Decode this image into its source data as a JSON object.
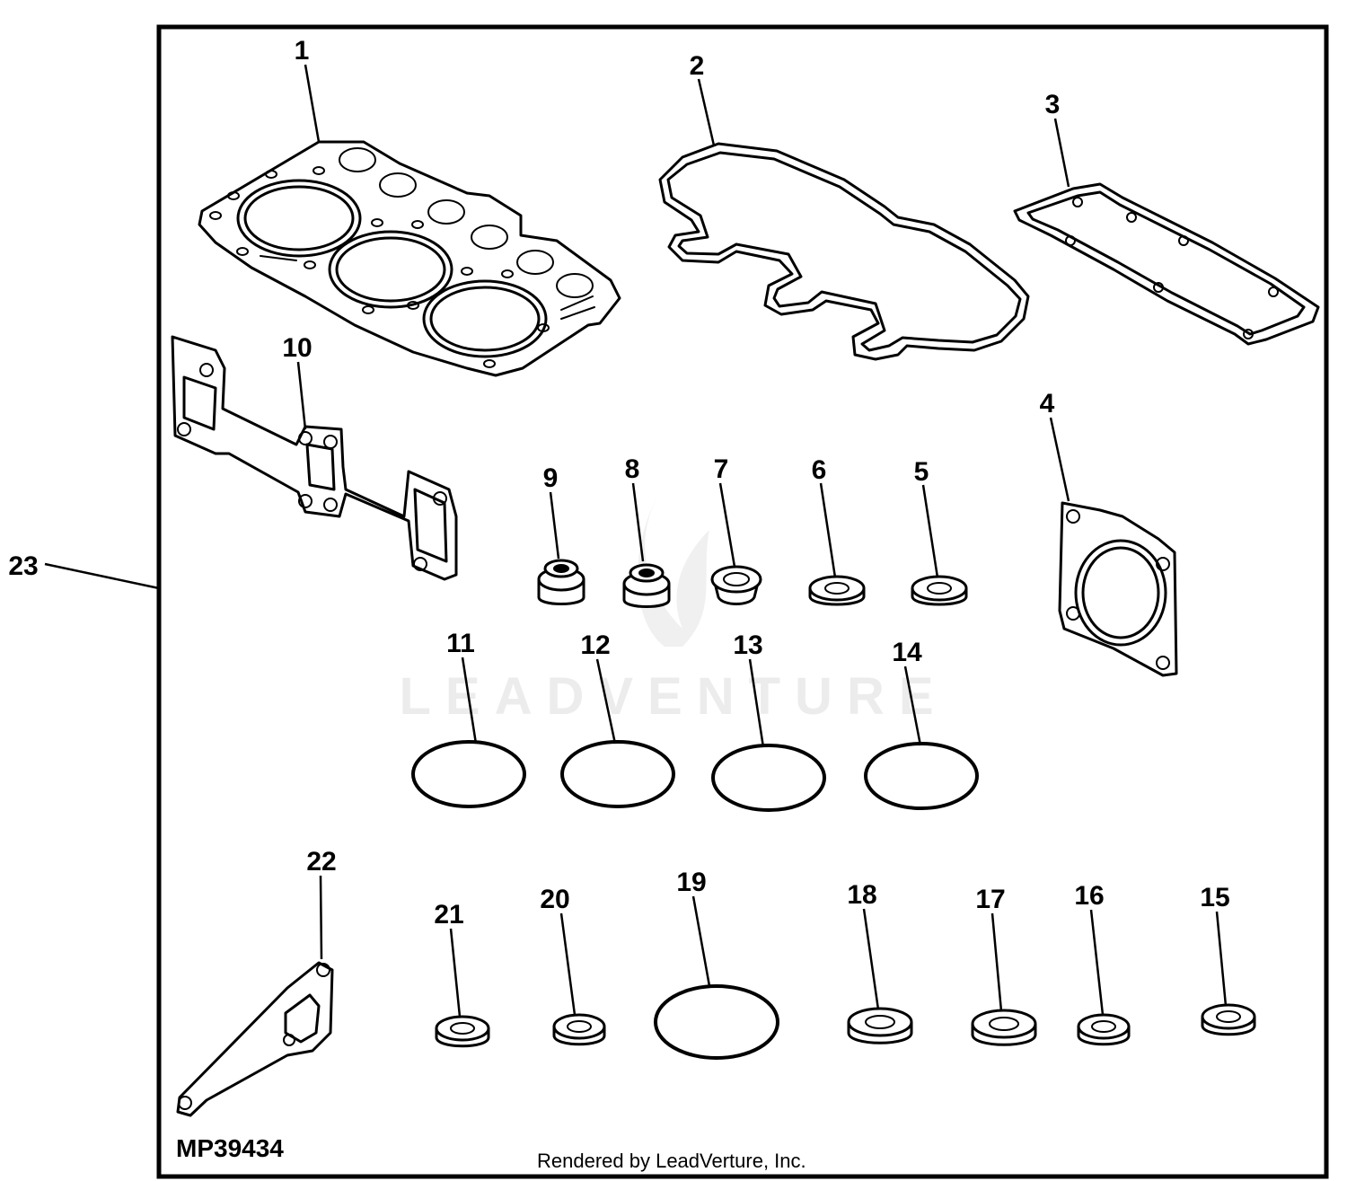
{
  "diagram": {
    "drawing_number": "MP39434",
    "watermark": "LEADVENTURE",
    "rendered_by": "Rendered by LeadVerture, Inc.",
    "callouts": {
      "c1": "1",
      "c2": "2",
      "c3": "3",
      "c4": "4",
      "c5": "5",
      "c6": "6",
      "c7": "7",
      "c8": "8",
      "c9": "9",
      "c10": "10",
      "c11": "11",
      "c12": "12",
      "c13": "13",
      "c14": "14",
      "c15": "15",
      "c16": "16",
      "c17": "17",
      "c18": "18",
      "c19": "19",
      "c20": "20",
      "c21": "21",
      "c22": "22",
      "c23": "23"
    }
  }
}
